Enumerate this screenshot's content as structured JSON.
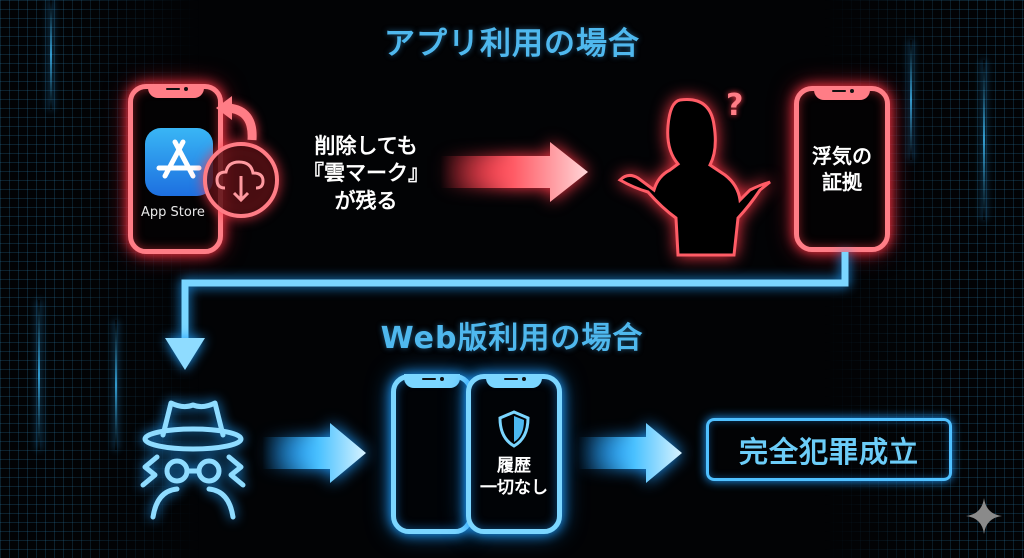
{
  "sections": {
    "app": {
      "title": "アプリ利用の場合",
      "app_icon_label": "App Store",
      "caption_line1": "削除しても",
      "caption_line2": "『雲マーク』",
      "caption_line3": "が残る",
      "evidence_line1": "浮気の",
      "evidence_line2": "証拠",
      "question_mark": "?"
    },
    "web": {
      "title": "Web版利用の場合",
      "history_line1": "履歴",
      "history_line2": "一切なし",
      "verdict": "完全犯罪成立"
    }
  },
  "colors": {
    "red_neon": "#ff7d86",
    "blue_neon": "#7bd6ff",
    "title_blue": "#4fb8ee",
    "background": "#020305"
  },
  "icons": [
    "app-store-icon",
    "cloud-download-icon",
    "redo-arrow-icon",
    "arrow-right-icon",
    "woman-shrug-silhouette-icon",
    "question-mark-icon",
    "phone-icon",
    "incognito-spy-icon",
    "shield-icon",
    "sparkle-icon"
  ]
}
